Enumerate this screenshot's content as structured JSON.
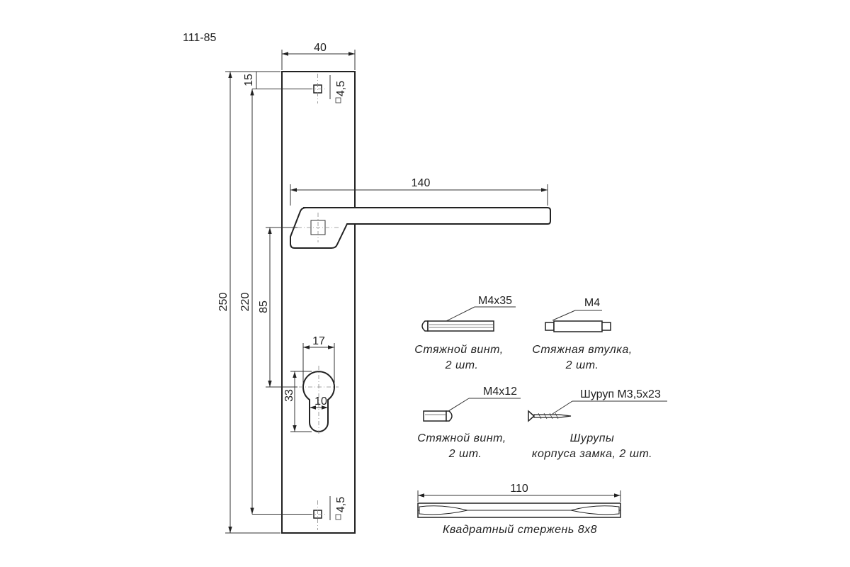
{
  "model": "111-85",
  "dimensions": {
    "plate_width": "40",
    "hole_offset": "15",
    "hole_size_top": "4,5",
    "hole_size_bottom": "4,5",
    "lever_length": "140",
    "total_length": "250",
    "hole_spacing": "220",
    "handle_to_cylinder": "85",
    "cylinder_width": "17",
    "cylinder_height": "33",
    "cylinder_slot": "10",
    "rod_length": "110"
  },
  "parts": [
    {
      "spec": "М4х35",
      "caption_line1": "Стяжной винт,",
      "caption_line2": "2 шт."
    },
    {
      "spec": "М4",
      "caption_line1": "Стяжная втулка,",
      "caption_line2": "2 шт."
    },
    {
      "spec": "М4х12",
      "caption_line1": "Стяжной винт,",
      "caption_line2": "2 шт."
    },
    {
      "spec": "Шуруп М3,5х23",
      "caption_line1": "Шурупы",
      "caption_line2": "корпуса замка, 2 шт."
    }
  ],
  "rod": {
    "caption": "Квадратный стержень 8х8"
  }
}
